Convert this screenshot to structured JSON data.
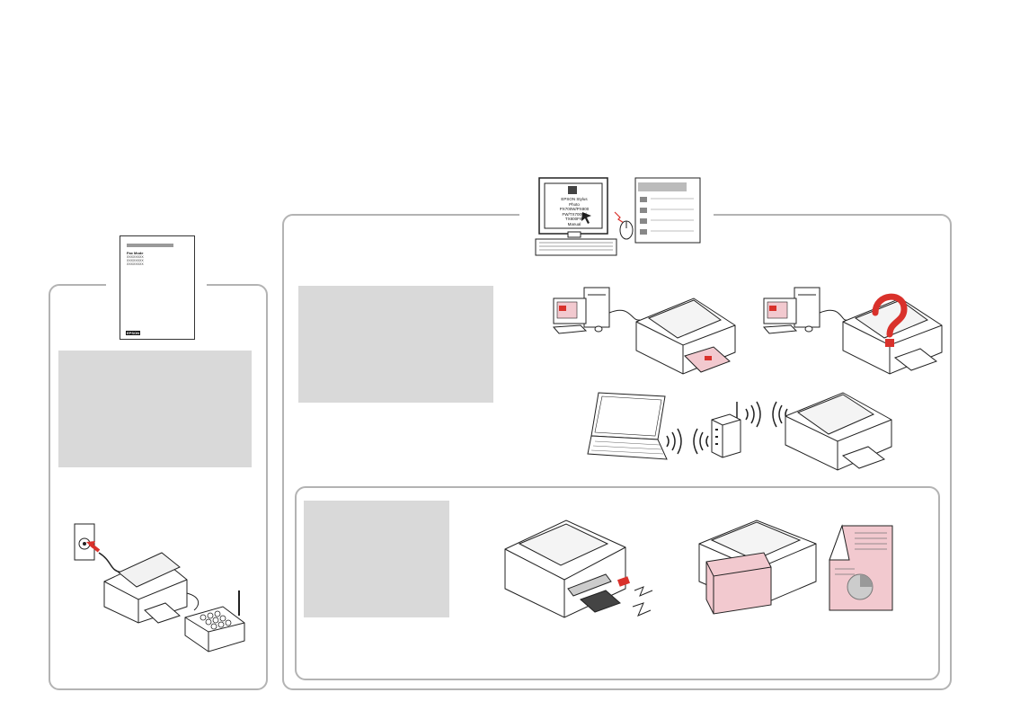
{
  "colors": {
    "panel_border": "#b3b3b3",
    "placeholder_fill": "#d9d9d9",
    "accent_red": "#d9312b",
    "paper_pink": "#f2c9cf"
  },
  "fax_manual": {
    "heading": "Fax Mode",
    "lines": [
      "XXXXXXXX",
      "XXXXXXXX",
      "XXXXXXXX"
    ],
    "brand": "EPSON"
  },
  "monitor_screen": {
    "lines": [
      "EPSON Stylus",
      "Photo",
      "PX700W/PX800",
      "FW/TX700W/",
      "TX800FW",
      "Manual"
    ]
  },
  "icons": [
    "fax-manual-icon",
    "computer-manual-icon",
    "online-manual-icon",
    "usb-printer-icon",
    "troubleshoot-printer-icon",
    "wireless-network-icon",
    "memory-card-printer-icon",
    "duplex-printer-icon",
    "duplex-print-icon",
    "fax-connection-icon"
  ]
}
